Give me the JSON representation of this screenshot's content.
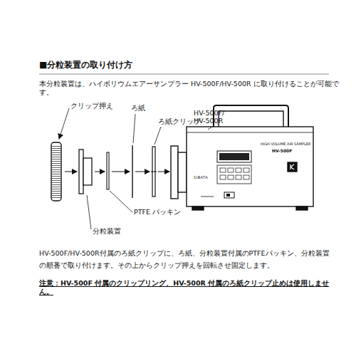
{
  "diagram": {
    "title": "■分粒装置の取り付け方",
    "labels": [
      "本分粒装置は、ハイボリウムエアーサンプラー HV-500F/HV-500R に取り付けることが可能です。",
      "クリップ押え",
      "ろ紙",
      "ろ紙クリップ",
      "HV-500F/ HV-500R",
      "PTFE パッキン",
      "分粒装置",
      "HIGH VOLUME AIR SAMPLER",
      "HV-500F",
      "SIBATA",
      "HV-500F/HV-500R付属のろ紙クリップに、ろ紙、分粒装置付属のPTFEパッキン、分粒装置の順番で取り付けます。その上からクリップ押えを回転させ固定します。",
      "注意：HV-500F 付属のクリップリング、HV-500R 付属のろ紙クリップ止めは使用しません。"
    ]
  }
}
